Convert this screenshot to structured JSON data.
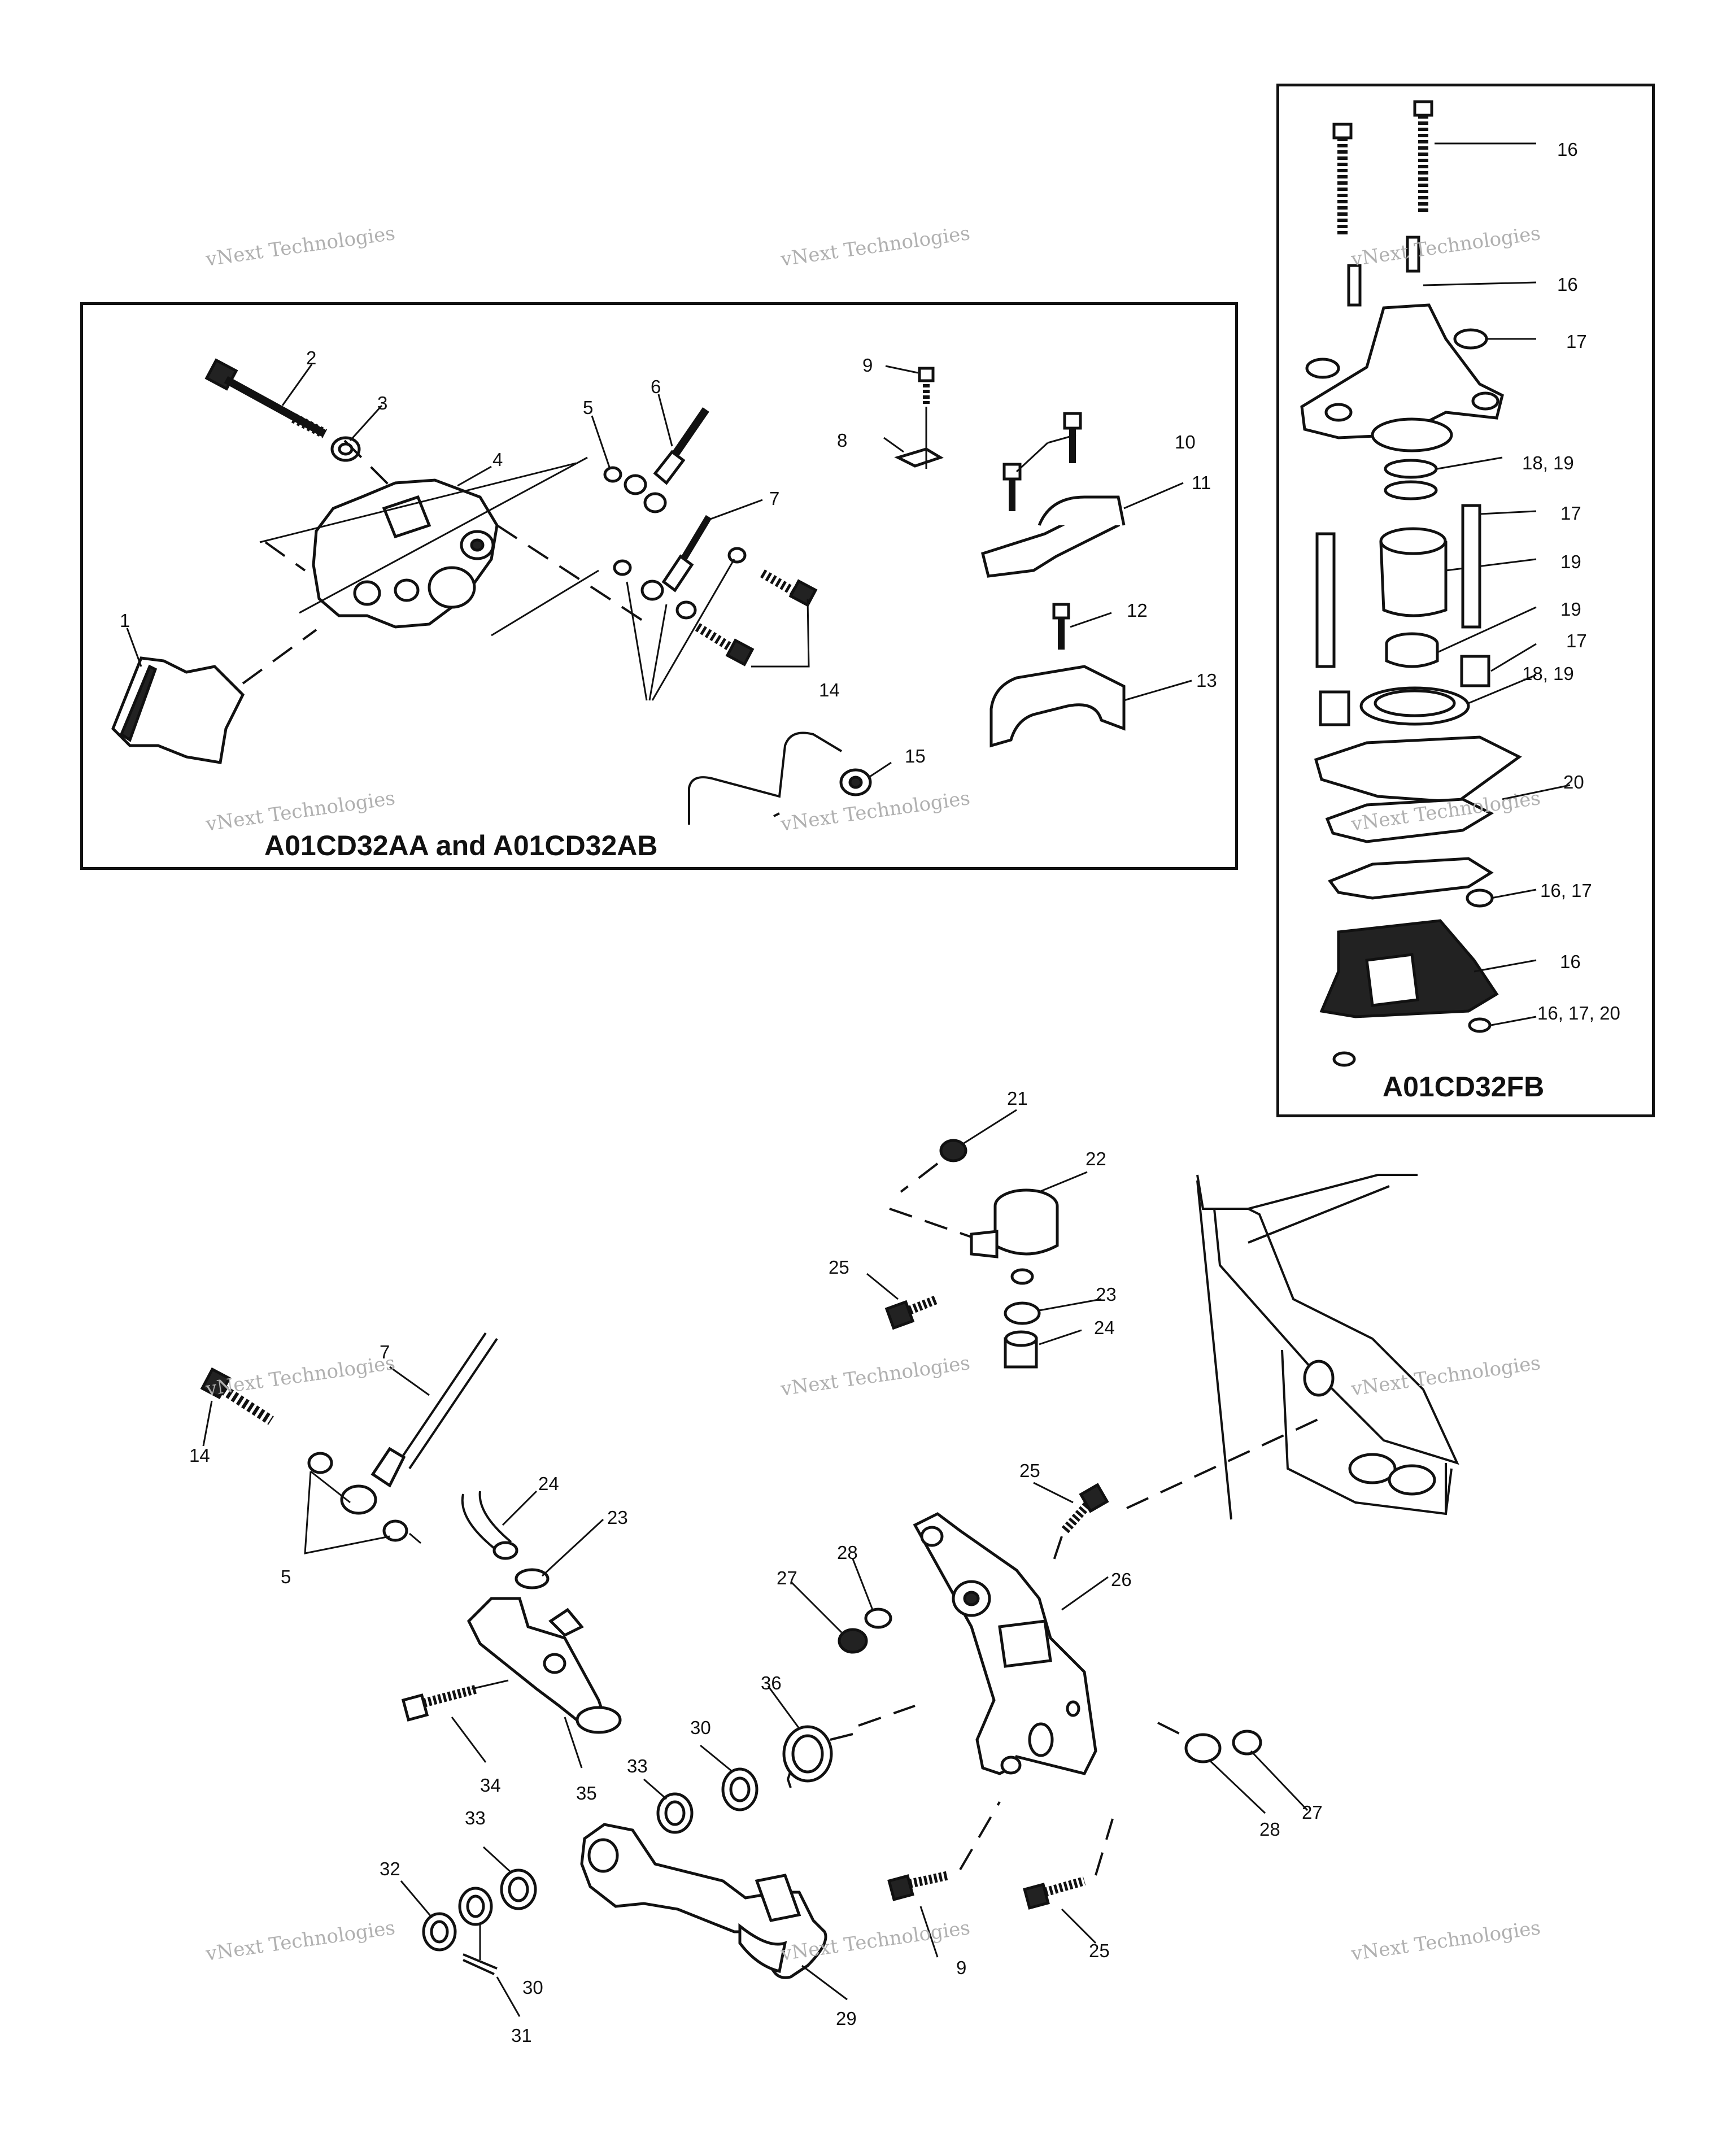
{
  "captions": {
    "left_box": "A01CD32AA and A01CD32AB",
    "right_box": "A01CD32FB"
  },
  "watermark": {
    "line1": "vNext Technologies",
    "line2": "vNext Technologies"
  },
  "callouts": {
    "c1": "1",
    "c2": "2",
    "c3": "3",
    "c4": "4",
    "c5": "5",
    "c6": "6",
    "c7": "7",
    "c8": "8",
    "c9": "9",
    "c10": "10",
    "c11": "11",
    "c12": "12",
    "c13": "13",
    "c14": "14",
    "c15": "15",
    "r16a": "16",
    "r16b": "16",
    "r17a": "17",
    "r18_19a": "18,  19",
    "r17b": "17",
    "r19a": "19",
    "r19b": "19",
    "r17c": "17",
    "r18_19b": "18,  19",
    "r20": "20",
    "r16_17": "16,  17",
    "r16c": "16",
    "r16_17_20": "16,  17,  20",
    "b21": "21",
    "b22": "22",
    "b23a": "23",
    "b24a": "24",
    "b25a": "25",
    "b7": "7",
    "b14": "14",
    "b5": "5",
    "b24b": "24",
    "b23b": "23",
    "b25b": "25",
    "b26": "26",
    "b28a": "28",
    "b27a": "27",
    "b36": "36",
    "b30a": "30",
    "b33a": "33",
    "b34": "34",
    "b35": "35",
    "b33b": "33",
    "b32": "32",
    "b30b": "30",
    "b31": "31",
    "b29": "29",
    "b9": "9",
    "b25c": "25",
    "b28b": "28",
    "b27b": "27"
  },
  "colors": {
    "ink": "#111111",
    "watermark": "#b0b0b0",
    "background": "#ffffff"
  }
}
